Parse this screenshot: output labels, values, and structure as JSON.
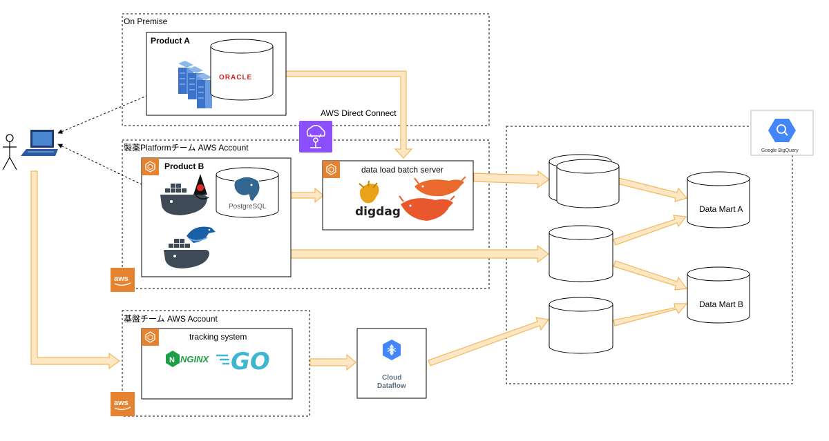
{
  "groups": {
    "on_premise": "On Premise",
    "platform_account": "製薬Platformチーム AWS Account",
    "kiban_account": "基盤チーム AWS Account"
  },
  "boxes": {
    "product_a": "Product A",
    "product_b": "Product B",
    "batch_server": "data load batch server",
    "tracking_system": "tracking system"
  },
  "labels": {
    "direct_connect": "AWS Direct Connect",
    "data_mart_a": "Data Mart A",
    "data_mart_b": "Data Mart B",
    "bigquery": "Google BigQuery",
    "dataflow_line1": "Cloud",
    "dataflow_line2": "Dataflow"
  },
  "logos": {
    "oracle": "ORACLE",
    "postgresql": "PostgreSQL",
    "digdag": "digdag",
    "nginx": "NGINX",
    "go": "GO",
    "aws": "aws"
  },
  "colors": {
    "arrow_fill": "#fde7c4",
    "arrow_stroke": "#f4b85a",
    "aws_orange": "#e58330",
    "direct_connect_purple": "#8c4fff",
    "gcp_blue": "#4386fa"
  },
  "icons": [
    "user-icon",
    "laptop-icon",
    "server-rack-icon",
    "docker-icon",
    "java-duke-icon",
    "embulk-icon",
    "bird-icon",
    "ec2-icon",
    "aws-logo-icon",
    "direct-connect-icon",
    "bigquery-icon",
    "dataflow-icon"
  ]
}
